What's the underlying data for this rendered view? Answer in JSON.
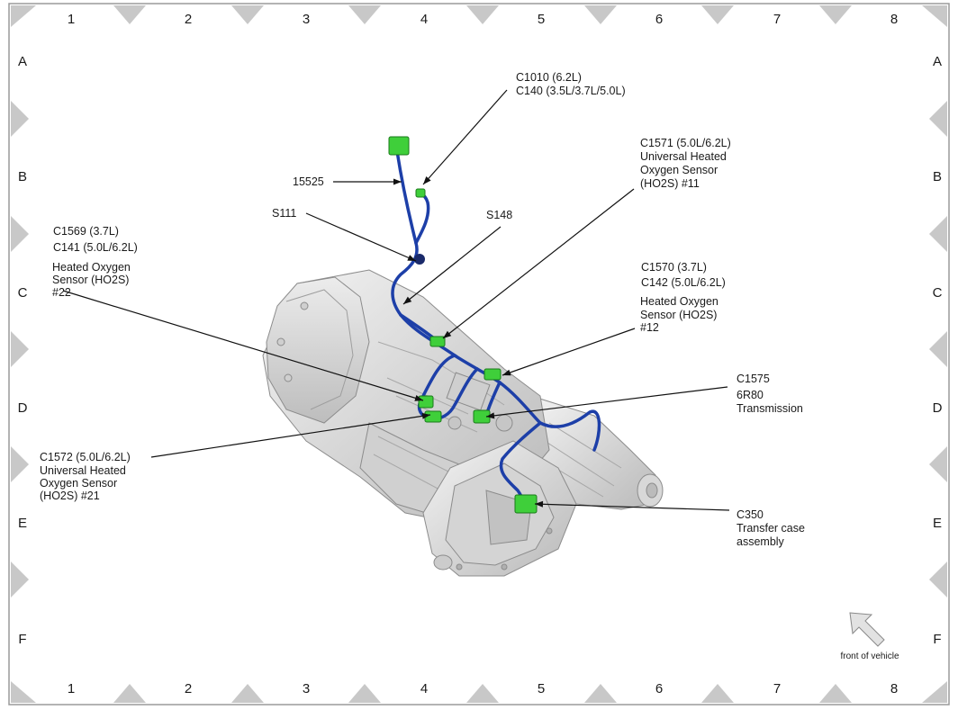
{
  "grid": {
    "columns": [
      "1",
      "2",
      "3",
      "4",
      "5",
      "6",
      "7",
      "8"
    ],
    "rows": [
      "A",
      "B",
      "C",
      "D",
      "E",
      "F"
    ]
  },
  "labels": {
    "c1010_l1": "C1010 (6.2L)",
    "c1010_l2": "C140 (3.5L/3.7L/5.0L)",
    "n15525": "15525",
    "s111": "S111",
    "s148": "S148",
    "c1571_l1": "C1571 (5.0L/6.2L)",
    "c1571_l2": "Universal Heated",
    "c1571_l3": "Oxygen Sensor",
    "c1571_l4": "(HO2S) #11",
    "c1569_l1": "C1569 (3.7L)",
    "c1569_l2": "C141 (5.0L/6.2L)",
    "c1569_l3": "Heated Oxygen",
    "c1569_l4": "Sensor (HO2S)",
    "c1569_l5": "#22",
    "c1570_l1": "C1570 (3.7L)",
    "c1570_l2": "C142 (5.0L/6.2L)",
    "c1570_l3": "Heated Oxygen",
    "c1570_l4": "Sensor (HO2S)",
    "c1570_l5": "#12",
    "c1575_l1": "C1575",
    "c1575_l2": "6R80",
    "c1575_l3": "Transmission",
    "c1572_l1": "C1572 (5.0L/6.2L)",
    "c1572_l2": "Universal Heated",
    "c1572_l3": "Oxygen Sensor",
    "c1572_l4": "(HO2S) #21",
    "c350_l1": "C350",
    "c350_l2": "Transfer case",
    "c350_l3": "assembly",
    "front": "front of vehicle"
  },
  "colors": {
    "harness": "#1d3fa8",
    "connector": "#3fcf3a",
    "casting": "#dcdcdc",
    "frame_marker": "#c8c8c8"
  },
  "icons": {
    "direction_arrow": "front-of-vehicle-arrow-icon"
  }
}
